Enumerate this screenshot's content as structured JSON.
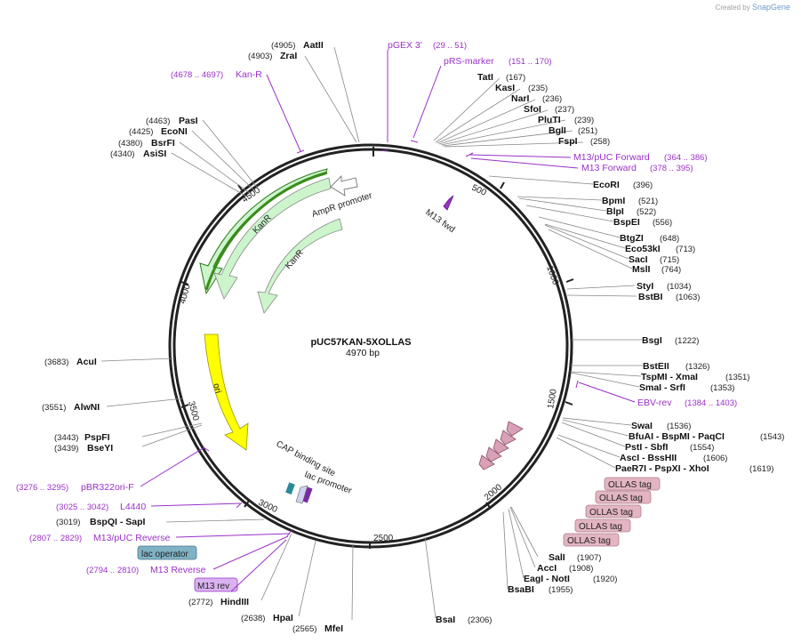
{
  "header": {
    "created_by": "Created by",
    "brand": "SnapGene"
  },
  "plasmid": {
    "name": "pUC57KAN-5XOLLAS",
    "size": "4970 bp"
  },
  "ticks": [
    "500",
    "1000",
    "1500",
    "2000",
    "2500",
    "3000",
    "3500",
    "4000",
    "4500"
  ],
  "enzymes": [
    {
      "name": "AatII",
      "pos": "(4905)"
    },
    {
      "name": "ZraI",
      "pos": "(4903)"
    },
    {
      "name": "TatI",
      "pos": "(167)"
    },
    {
      "name": "KasI",
      "pos": "(235)"
    },
    {
      "name": "NarI",
      "pos": "(236)"
    },
    {
      "name": "SfoI",
      "pos": "(237)"
    },
    {
      "name": "PluTI",
      "pos": "(239)"
    },
    {
      "name": "BglI",
      "pos": "(251)"
    },
    {
      "name": "FspI",
      "pos": "(258)"
    },
    {
      "name": "EcoRI",
      "pos": "(396)"
    },
    {
      "name": "BpmI",
      "pos": "(521)"
    },
    {
      "name": "BlpI",
      "pos": "(522)"
    },
    {
      "name": "BspEI",
      "pos": "(556)"
    },
    {
      "name": "BtgZI",
      "pos": "(648)"
    },
    {
      "name": "Eco53kI",
      "pos": "(713)"
    },
    {
      "name": "SacI",
      "pos": "(715)"
    },
    {
      "name": "MslI",
      "pos": "(764)"
    },
    {
      "name": "StyI",
      "pos": "(1034)"
    },
    {
      "name": "BstBI",
      "pos": "(1063)"
    },
    {
      "name": "BsgI",
      "pos": "(1222)"
    },
    {
      "name": "BstEII",
      "pos": "(1326)"
    },
    {
      "name": "TspMI - XmaI",
      "pos": "(1351)"
    },
    {
      "name": "SmaI - SrfI",
      "pos": "(1353)"
    },
    {
      "name": "SwaI",
      "pos": "(1536)"
    },
    {
      "name": "BfuAI - BspMI - PaqCI",
      "pos": "(1543)"
    },
    {
      "name": "PstI - SbfI",
      "pos": "(1554)"
    },
    {
      "name": "AscI - BssHII",
      "pos": "(1606)"
    },
    {
      "name": "PaeR7I - PspXI - XhoI",
      "pos": "(1619)"
    },
    {
      "name": "SalI",
      "pos": "(1907)"
    },
    {
      "name": "AccI",
      "pos": "(1908)"
    },
    {
      "name": "EagI - NotI",
      "pos": "(1920)"
    },
    {
      "name": "BsaBI",
      "pos": "(1955)"
    },
    {
      "name": "BsaI",
      "pos": "(2306)"
    },
    {
      "name": "MfeI",
      "pos": "(2565)"
    },
    {
      "name": "HpaI",
      "pos": "(2638)"
    },
    {
      "name": "HindIII",
      "pos": "(2772)"
    },
    {
      "name": "BspQI - SapI",
      "pos": "(3019)"
    },
    {
      "name": "BseYI",
      "pos": "(3439)"
    },
    {
      "name": "PspFI",
      "pos": "(3443)"
    },
    {
      "name": "AlwNI",
      "pos": "(3551)"
    },
    {
      "name": "AcuI",
      "pos": "(3683)"
    },
    {
      "name": "AsiSI",
      "pos": "(4340)"
    },
    {
      "name": "BsrFI",
      "pos": "(4380)"
    },
    {
      "name": "EcoNI",
      "pos": "(4425)"
    },
    {
      "name": "PasI",
      "pos": "(4463)"
    }
  ],
  "primers": [
    {
      "name": "pGEX 3'",
      "pos": "(29 .. 51)"
    },
    {
      "name": "pRS-marker",
      "pos": "(151 .. 170)"
    },
    {
      "name": "M13/pUC Forward",
      "pos": "(364 .. 386)"
    },
    {
      "name": "M13 Forward",
      "pos": "(378 .. 395)"
    },
    {
      "name": "EBV-rev",
      "pos": "(1384 .. 1403)"
    },
    {
      "name": "pBR322ori-F",
      "pos": "(3276 .. 3295)"
    },
    {
      "name": "L4440",
      "pos": "(3025 .. 3042)"
    },
    {
      "name": "M13/pUC Reverse",
      "pos": "(2807 .. 2829)"
    },
    {
      "name": "M13 Reverse",
      "pos": "(2794 .. 2810)"
    },
    {
      "name": "Kan-R",
      "pos": "(4678 .. 4697)"
    }
  ],
  "features": {
    "kanr_outer": "KanR",
    "kanr_inner": "KanR",
    "ampr_promoter": "AmpR promoter",
    "ori": "ori",
    "m13_fwd": "M13 fwd",
    "cap_binding_site": "CAP binding site",
    "lac_promoter": "lac promoter",
    "lac_operator": "lac operator",
    "m13_rev": "M13 rev",
    "ollas_tags": [
      "OLLAS tag",
      "OLLAS tag",
      "OLLAS tag",
      "OLLAS tag",
      "OLLAS tag"
    ]
  },
  "colors": {
    "backbone": "#222222",
    "primer": "#9b30c8",
    "kanr_fill": "#ccf5cc",
    "ori_fill": "#ffff00",
    "ollas_fill": "#e3b5c2",
    "lac_operator_fill": "#7fb2c5",
    "m13_rev_fill": "#d9b3f0"
  }
}
